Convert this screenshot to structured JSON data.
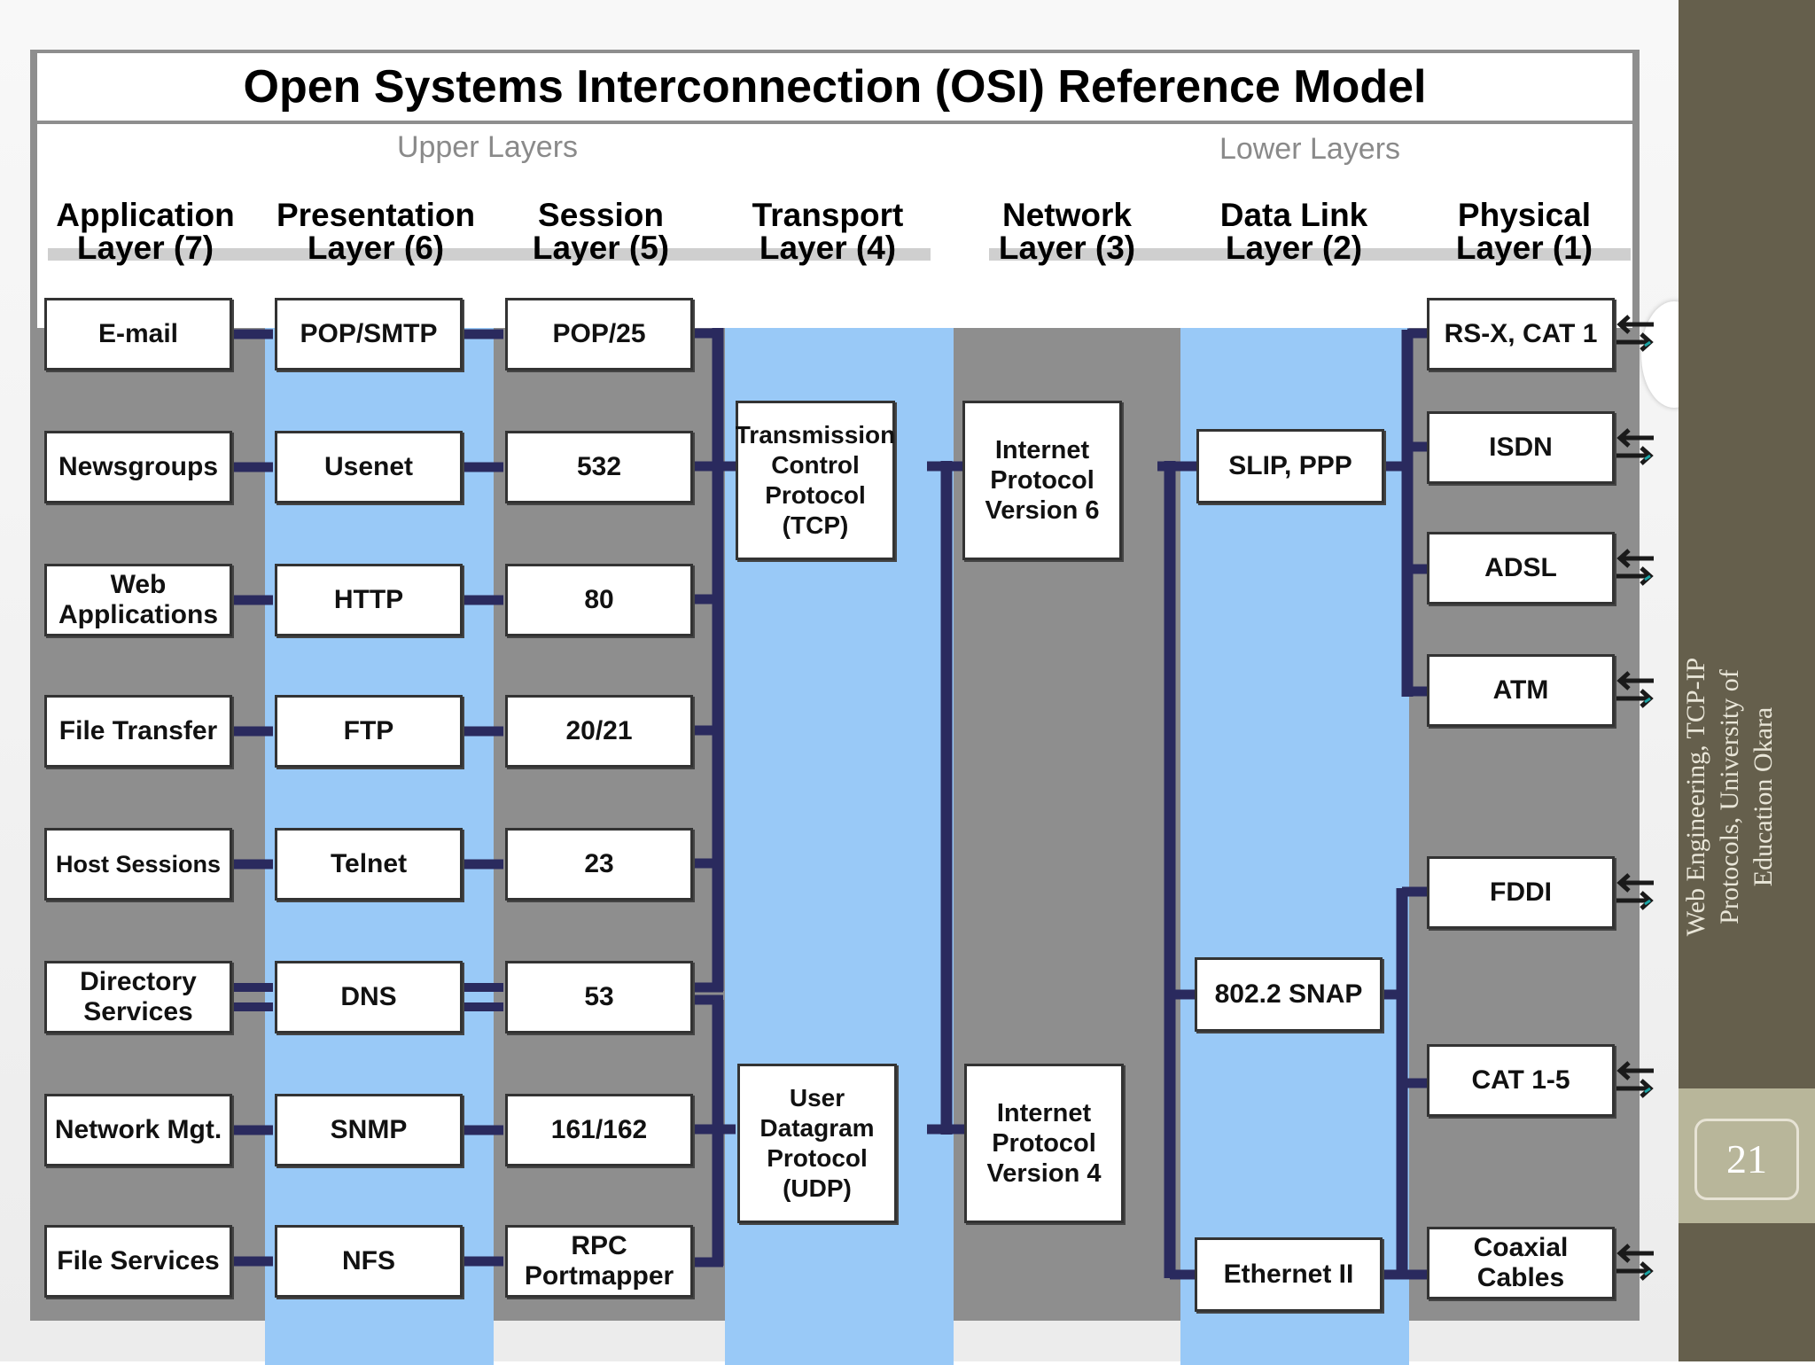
{
  "slide": {
    "footer": "Web Engineering, TCP-IP Protocols, University of Education Okara",
    "number": "21"
  },
  "diagram": {
    "title": "Open Systems Interconnection (OSI) Reference Model",
    "upper_label": "Upper Layers",
    "lower_label": "Lower Layers",
    "layers": [
      {
        "name": "Application",
        "num": "Layer (7)"
      },
      {
        "name": "Presentation",
        "num": "Layer (6)"
      },
      {
        "name": "Session",
        "num": "Layer (5)"
      },
      {
        "name": "Transport",
        "num": "Layer (4)"
      },
      {
        "name": "Network",
        "num": "Layer (3)"
      },
      {
        "name": "Data Link",
        "num": "Layer (2)"
      },
      {
        "name": "Physical",
        "num": "Layer (1)"
      }
    ],
    "application": [
      "E-mail",
      "Newsgroups",
      "Web\nApplications",
      "File Transfer",
      "Host Sessions",
      "Directory\nServices",
      "Network Mgt.",
      "File Services"
    ],
    "presentation": [
      "POP/SMTP",
      "Usenet",
      "HTTP",
      "FTP",
      "Telnet",
      "DNS",
      "SNMP",
      "NFS"
    ],
    "session": [
      "POP/25",
      "532",
      "80",
      "20/21",
      "23",
      "53",
      "161/162",
      "RPC\nPortmapper"
    ],
    "transport": [
      "Transmission\nControl\nProtocol (TCP)",
      "User\nDatagram\nProtocol (UDP)"
    ],
    "network": [
      "Internet\nProtocol\nVersion 6",
      "Internet\nProtocol\nVersion 4"
    ],
    "datalink": [
      "SLIP, PPP",
      "802.2 SNAP",
      "Ethernet II"
    ],
    "physical": [
      "RS-X, CAT 1",
      "ISDN",
      "ADSL",
      "ATM",
      "FDDI",
      "CAT 1-5",
      "Coaxial\nCables"
    ],
    "colors": {
      "gray": "#8e8e8e",
      "blue": "#99c9f7",
      "connector": "#2a2a5e",
      "arrow": "#1a1a1a",
      "arrow_teal": "#1aa4a4"
    }
  }
}
